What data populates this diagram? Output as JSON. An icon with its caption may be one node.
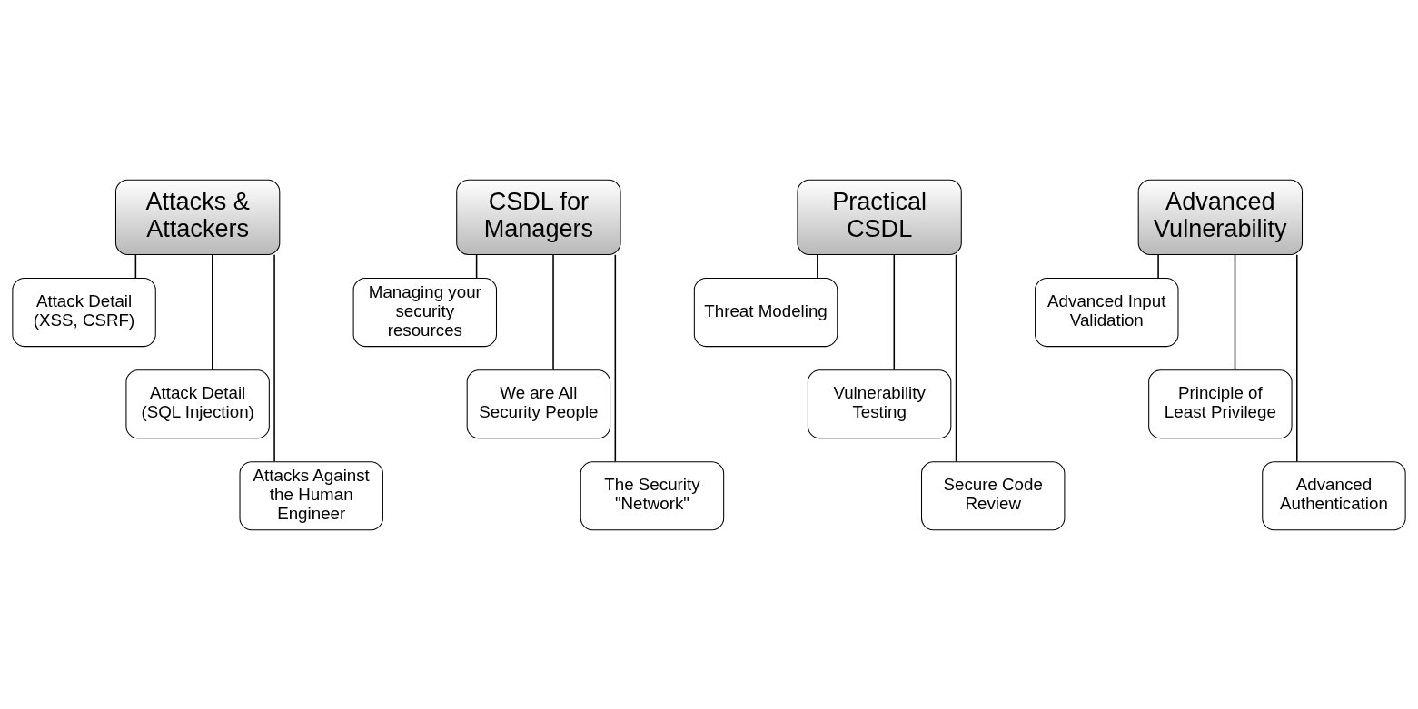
{
  "diagram": {
    "nodes": [
      {
        "text": [
          "Attacks & Attackers"
        ]
      },
      {
        "text": [
          "Attack Detail (XSS, CSRF)"
        ]
      },
      {
        "text": [
          "Attack Detail (SQL Injection)"
        ]
      },
      {
        "text": [
          "Attacks Against the Human Engineer"
        ]
      },
      {
        "text": [
          "CSDL for Managers"
        ]
      },
      {
        "text": [
          "Managing your security resources"
        ]
      },
      {
        "text": [
          "We are All Security People"
        ]
      },
      {
        "text": [
          "The Security \"Network\""
        ]
      },
      {
        "text": [
          "Practical CSDL"
        ]
      },
      {
        "text": [
          "Threat Modeling"
        ]
      },
      {
        "text": [
          "Vulnerability Testing"
        ]
      },
      {
        "text": [
          "Secure Code Review"
        ]
      },
      {
        "text": [
          "Advanced Vulnerability"
        ]
      },
      {
        "text": [
          "Advanced Input Validation"
        ]
      },
      {
        "text": [
          "Principle of Least Privilege"
        ]
      },
      {
        "text": [
          "Advanced Authentication"
        ]
      }
    ],
    "edges": [
      {
        "from": 0,
        "to": 1,
        "arrow": "none"
      },
      {
        "from": 0,
        "to": 2,
        "arrow": "none"
      },
      {
        "from": 0,
        "to": 3,
        "arrow": "none"
      },
      {
        "from": 4,
        "to": 5,
        "arrow": "none"
      },
      {
        "from": 4,
        "to": 6,
        "arrow": "none"
      },
      {
        "from": 4,
        "to": 7,
        "arrow": "none"
      },
      {
        "from": 8,
        "to": 9,
        "arrow": "none"
      },
      {
        "from": 8,
        "to": 10,
        "arrow": "none"
      },
      {
        "from": 8,
        "to": 11,
        "arrow": "none"
      },
      {
        "from": 12,
        "to": 13,
        "arrow": "none"
      },
      {
        "from": 12,
        "to": 14,
        "arrow": "none"
      },
      {
        "from": 12,
        "to": 15,
        "arrow": "none"
      }
    ]
  }
}
